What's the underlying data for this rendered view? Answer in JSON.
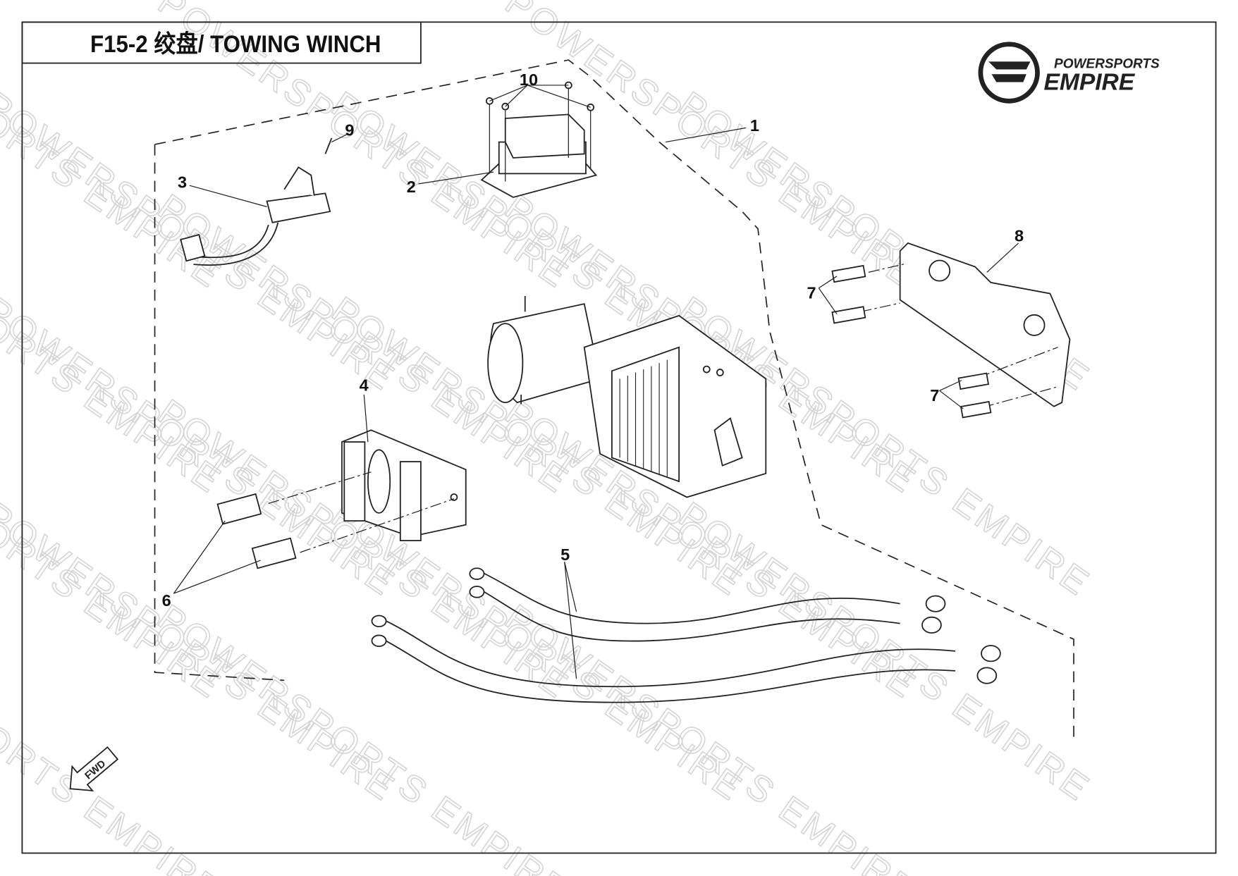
{
  "title": "F15-2  绞盘/ TOWING WINCH",
  "logo": {
    "line1": "POWERSPORTS",
    "line2": "EMPIRE"
  },
  "watermark": "POWERSPORTS EMPIRE",
  "fwd_label": "FWD",
  "callouts": [
    {
      "id": "1",
      "text": "1"
    },
    {
      "id": "2",
      "text": "2"
    },
    {
      "id": "3",
      "text": "3"
    },
    {
      "id": "4",
      "text": "4"
    },
    {
      "id": "5",
      "text": "5"
    },
    {
      "id": "6",
      "text": "6"
    },
    {
      "id": "7a",
      "text": "7"
    },
    {
      "id": "7b",
      "text": "7"
    },
    {
      "id": "8",
      "text": "8"
    },
    {
      "id": "9",
      "text": "9"
    },
    {
      "id": "10",
      "text": "10"
    }
  ]
}
